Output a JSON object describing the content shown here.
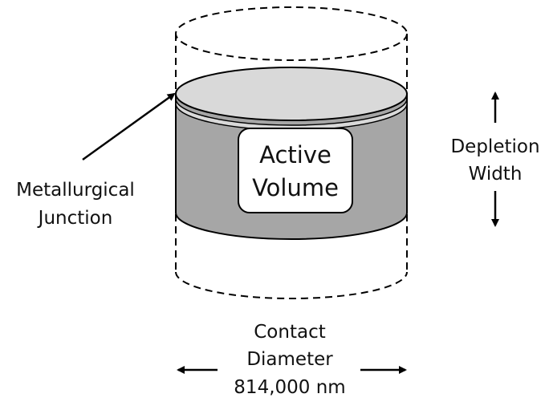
{
  "diagram": {
    "active_volume": {
      "line1": "Active",
      "line2": "Volume"
    },
    "junction_label": {
      "line1": "Metallurgical",
      "line2": "Junction"
    },
    "depletion_label": {
      "line1": "Depletion",
      "line2": "Width"
    },
    "contact_label": {
      "line1": "Contact",
      "line2": "Diameter",
      "line3": "814,000 nm"
    }
  },
  "colors": {
    "cylinder_side": "#a6a6a6",
    "cylinder_top": "#d9d9d9",
    "outline": "#000000",
    "label_box": "#ffffff"
  }
}
